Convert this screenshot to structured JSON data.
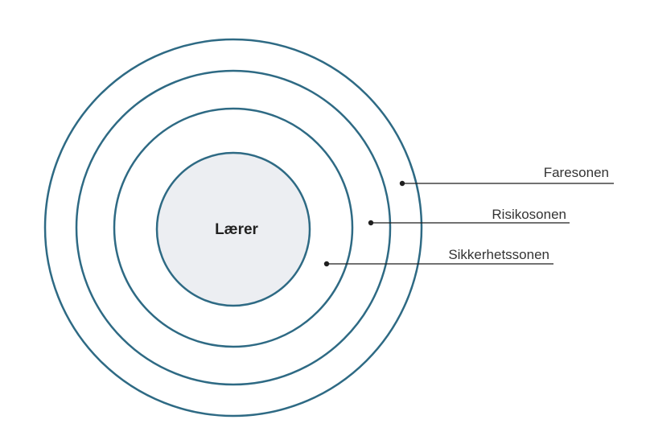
{
  "diagram": {
    "center_label": "Lærer",
    "zones": [
      {
        "label": "Faresonen"
      },
      {
        "label": "Risikosonen"
      },
      {
        "label": "Sikkerhetssonen"
      }
    ]
  },
  "colors": {
    "ring_stroke": "#2e6a84",
    "center_fill": "#eceef2",
    "leader_line": "#1f1f1f",
    "text": "#333333"
  }
}
